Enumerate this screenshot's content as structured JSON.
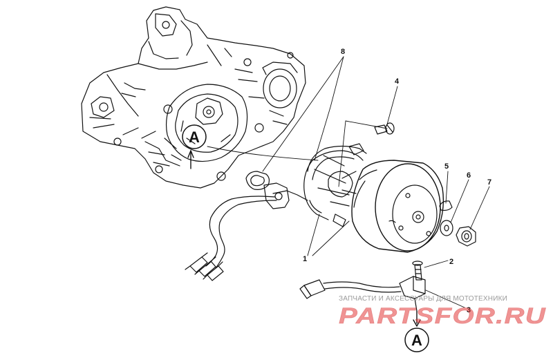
{
  "callouts": {
    "c1": "1",
    "c2": "2",
    "c3": "3",
    "c4": "4",
    "c5": "5",
    "c6": "6",
    "c7": "7",
    "c8": "8"
  },
  "detail_marks": {
    "upper": "A",
    "lower": "A"
  },
  "watermark": {
    "tagline": "ЗАПЧАСТИ И АКСЕССУАРЫ ДЛЯ МОТОТЕХНИКИ",
    "logo": "PARTSFOR.RU",
    "logo_color": "#e33a3a"
  },
  "colors": {
    "ink": "#111111",
    "paper": "#ffffff",
    "watermark_gray": "#9a9a9a"
  }
}
